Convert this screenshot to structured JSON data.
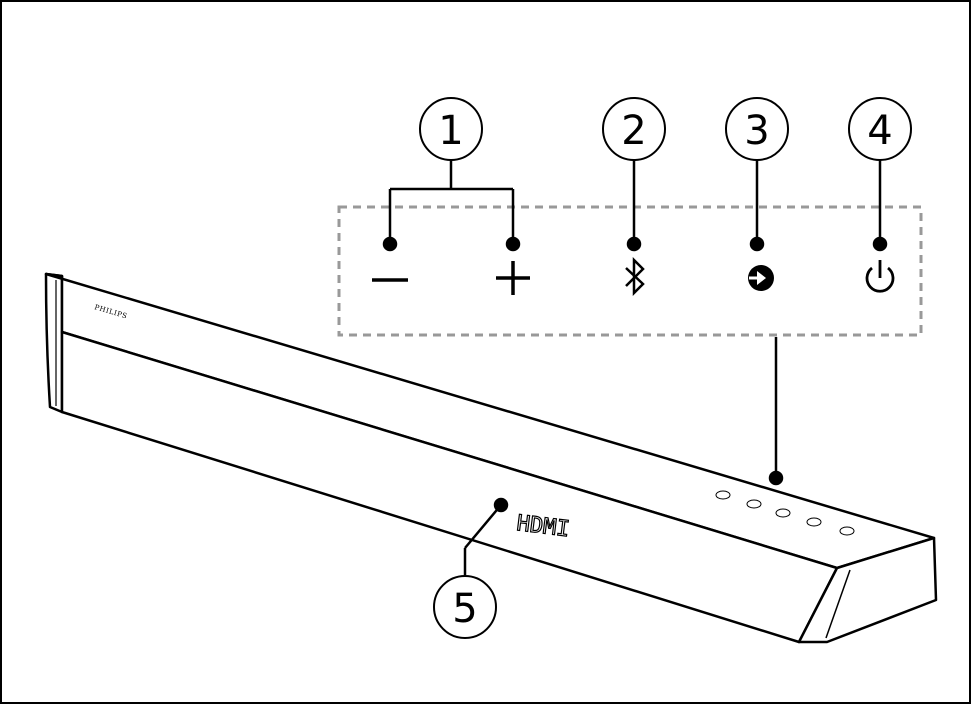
{
  "brand": {
    "label": "PHILIPS"
  },
  "display": {
    "text": "HDMI"
  },
  "callouts": [
    {
      "number": "1",
      "controls": [
        "volume-down",
        "volume-up"
      ]
    },
    {
      "number": "2",
      "controls": [
        "bluetooth"
      ]
    },
    {
      "number": "3",
      "controls": [
        "source"
      ]
    },
    {
      "number": "4",
      "controls": [
        "power"
      ]
    },
    {
      "number": "5",
      "controls": [
        "display-panel"
      ]
    }
  ],
  "icons": [
    "minus-icon",
    "plus-icon",
    "bluetooth-icon",
    "source-icon",
    "power-icon"
  ],
  "colors": {
    "line": "#000000",
    "background": "#ffffff",
    "dashed_box": "#999999"
  }
}
